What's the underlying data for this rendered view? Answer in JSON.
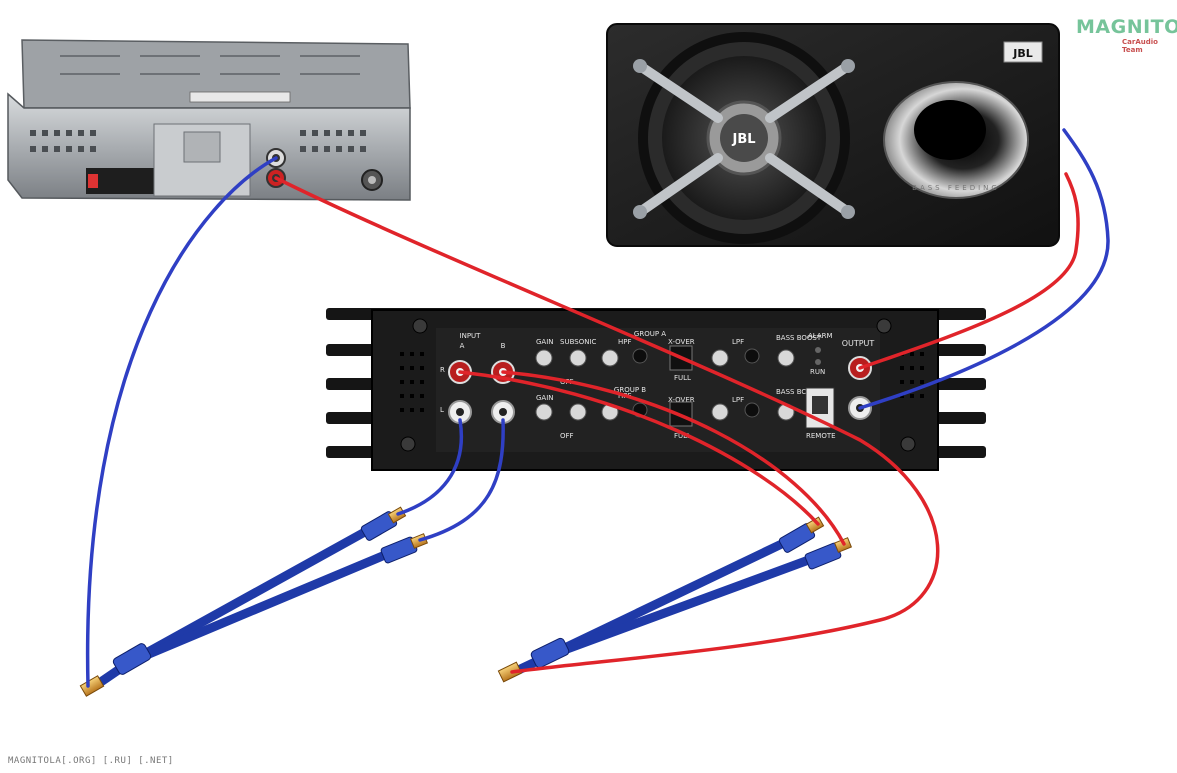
{
  "logo": {
    "name": "MAGNITOLA",
    "team": "CarAudio Team"
  },
  "watermark": "MAGNITOLA[.ORG] [.RU] [.NET]",
  "subwoofer": {
    "brand": "JBL",
    "cone_brand": "JBL",
    "port_label": "BASS FEEDING"
  },
  "amplifier": {
    "input_label": "INPUT",
    "channel_a": "A",
    "channel_b": "B",
    "side_r": "R",
    "side_l": "L",
    "group_a_label": "GROUP A",
    "group_b_label": "GROUP B",
    "gain": "GAIN",
    "subsonic": "SUBSONIC",
    "hpf": "HPF",
    "lpf": "LPF",
    "xover": "X-OVER",
    "bass_boost": "BASS BOOST",
    "alarm": "ALARM",
    "run": "RUN",
    "output_label": "OUTPUT",
    "remote": "REMOTE",
    "full": "FULL",
    "off": "OFF"
  },
  "colors": {
    "wire_blue": "#2f3fc4",
    "wire_red": "#e0242a",
    "cable_blue": "#1f3aa8",
    "plug_gold": "#e3a33a"
  }
}
